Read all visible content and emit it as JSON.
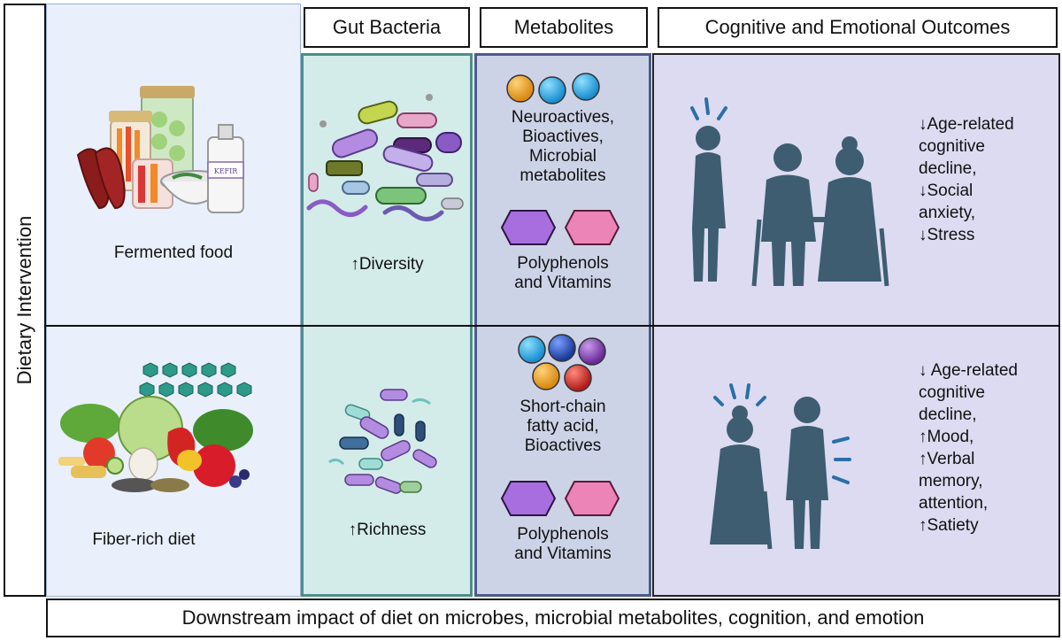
{
  "side_label": "Dietary Intervention",
  "headers": {
    "gut_bacteria": "Gut Bacteria",
    "metabolites": "Metabolites",
    "outcomes": "Cognitive and Emotional Outcomes"
  },
  "rows": [
    {
      "food": "Fermented food",
      "bacteria": "↑Diversity",
      "metabolites_1": [
        "Neuroactives,",
        "Bioactives,",
        "Microbial",
        "metabolites"
      ],
      "metabolites_2": [
        "Polyphenols",
        "and Vitamins"
      ],
      "outcomes": [
        "↓Age-related",
        "cognitive",
        "decline,",
        "↓Social",
        "anxiety,",
        "↓Stress"
      ],
      "jar_label": "KEFIR"
    },
    {
      "food": "Fiber-rich diet",
      "bacteria": "↑Richness",
      "metabolites_1": [
        "Short-chain",
        "fatty acid,",
        "Bioactives"
      ],
      "metabolites_2": [
        "Polyphenols",
        "and Vitamins"
      ],
      "outcomes": [
        "↓ Age-related",
        "cognitive",
        "decline,",
        "↑Mood,",
        "↑Verbal",
        "memory,",
        "attention,",
        "↑Satiety"
      ]
    }
  ],
  "footer": "Downstream impact of diet on microbes, microbial metabolites, cognition, and emotion",
  "colors": {
    "food_bg": "#e9f0fb",
    "bacteria_bg": "#d3ece9",
    "metabolites_bg": "#cdd3e7",
    "outcomes_bg": "#dcdbf2",
    "figure": "#3e5d70",
    "hexagon_purple": "#a86ee0",
    "hexagon_pink": "#ec84b8"
  }
}
